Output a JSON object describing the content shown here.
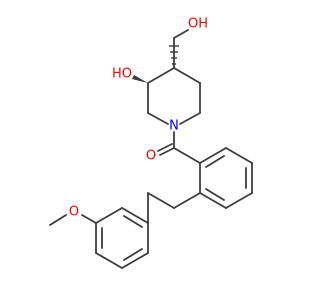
{
  "molecule": {
    "atoms": {
      "hydroxymethyl_oh": "OH",
      "ring_hydroxyl": "HO",
      "piperidine_n": "N",
      "carbonyl_o": "O",
      "methoxy_o": "O"
    },
    "colors": {
      "bond": "#3c3c3c",
      "oxygen": "#ff0000",
      "nitrogen": "#0000ff"
    }
  }
}
